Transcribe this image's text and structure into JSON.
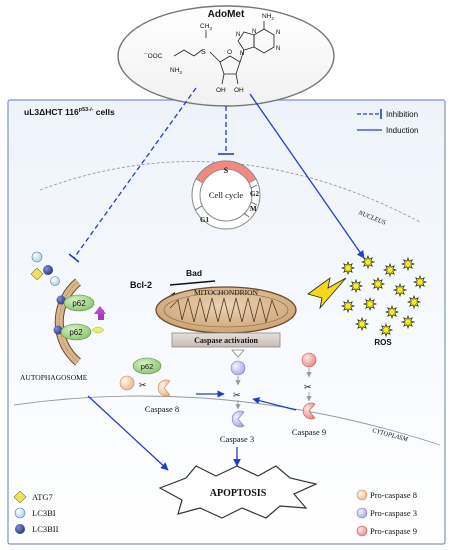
{
  "adomet": {
    "title": "AdoMet",
    "nh2": "NH",
    "nh2_sub": "2",
    "ooc": "¯OOC",
    "nh3": "NH",
    "nh3_sub": "3",
    "s_plus": "S",
    "ch3": "CH",
    "ch3_sub": "3",
    "oh_left": "OH",
    "oh_right": "OH",
    "o_ring": "O",
    "n_atoms": [
      "N",
      "N",
      "N",
      "N",
      "N"
    ]
  },
  "cell": {
    "label_main": "uL3ΔHCT 116",
    "label_sup": "p53-/-",
    "label_tail": " cells"
  },
  "legend_top": {
    "inhibition": "Inhibition",
    "induction": "Induction"
  },
  "cell_cycle": {
    "center": "Cell cycle",
    "s": "S",
    "g2": "G2",
    "m": "M",
    "g1": "G1"
  },
  "nucleus_label": "NUCLEUS",
  "cytoplasm_label": "CYTOPLASM",
  "bcl2": "Bcl-2",
  "bad": "Bad",
  "mitochondrion": "MITOCHONDRION",
  "caspase_activation": "Caspase activation",
  "ros": "ROS",
  "autophagosome": "AUTOPHAGOSOME",
  "p62_labels": [
    "p62",
    "p62",
    "p62"
  ],
  "caspase8": "Caspase 8",
  "caspase3": "Caspase 3",
  "caspase9": "Caspase 9",
  "apoptosis": "APOPTOSIS",
  "legend_left": {
    "atg7": "ATG7",
    "lc3bi": "LC3BI",
    "lc3bii": "LC3BII"
  },
  "legend_right": {
    "pro8": "Pro-caspase 8",
    "pro3": "Pro-caspase 3",
    "pro9": "Pro-caspase 9"
  },
  "colors": {
    "inhibition_arrow": "#2140c8",
    "induction_arrow": "#2140c8",
    "s_phase": "#f08a80",
    "mitochondrion": "#d7b58d",
    "mito_border": "#6b4a2a",
    "caspase_bar": "#d4cbc4",
    "ros_star": "#f4ee1c",
    "lightning": "#f4d81c",
    "p62": "#a7d68a",
    "pro8": "#f3d4b3",
    "pro3": "#c9c8ee",
    "pro9": "#f2a7a3",
    "atg7": "#f0e060",
    "lc3bi": "#cfe6f6",
    "lc3bii": "#4a57a8"
  }
}
